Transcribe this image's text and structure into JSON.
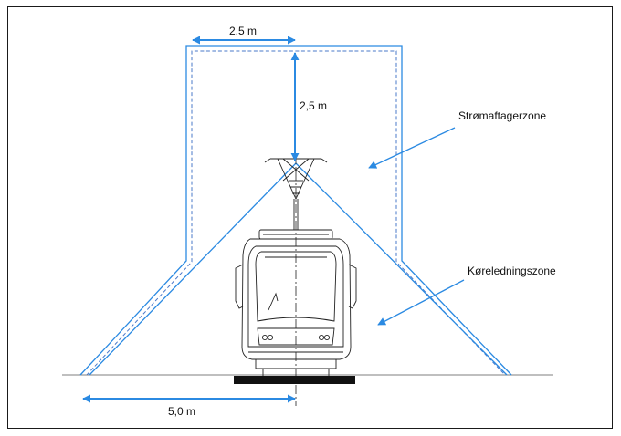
{
  "labels": {
    "top_width": "2,5 m",
    "height": "2,5 m",
    "bottom_width": "5,0 m",
    "pantograph_zone": "Strømaftagerzone",
    "catenary_zone": "Køreledningszone"
  },
  "colors": {
    "zone_line": "#2b8ae2",
    "dashed_line": "#4a78c8",
    "drawing": "#222222",
    "dimension_arrow": "#2b8ae2"
  }
}
